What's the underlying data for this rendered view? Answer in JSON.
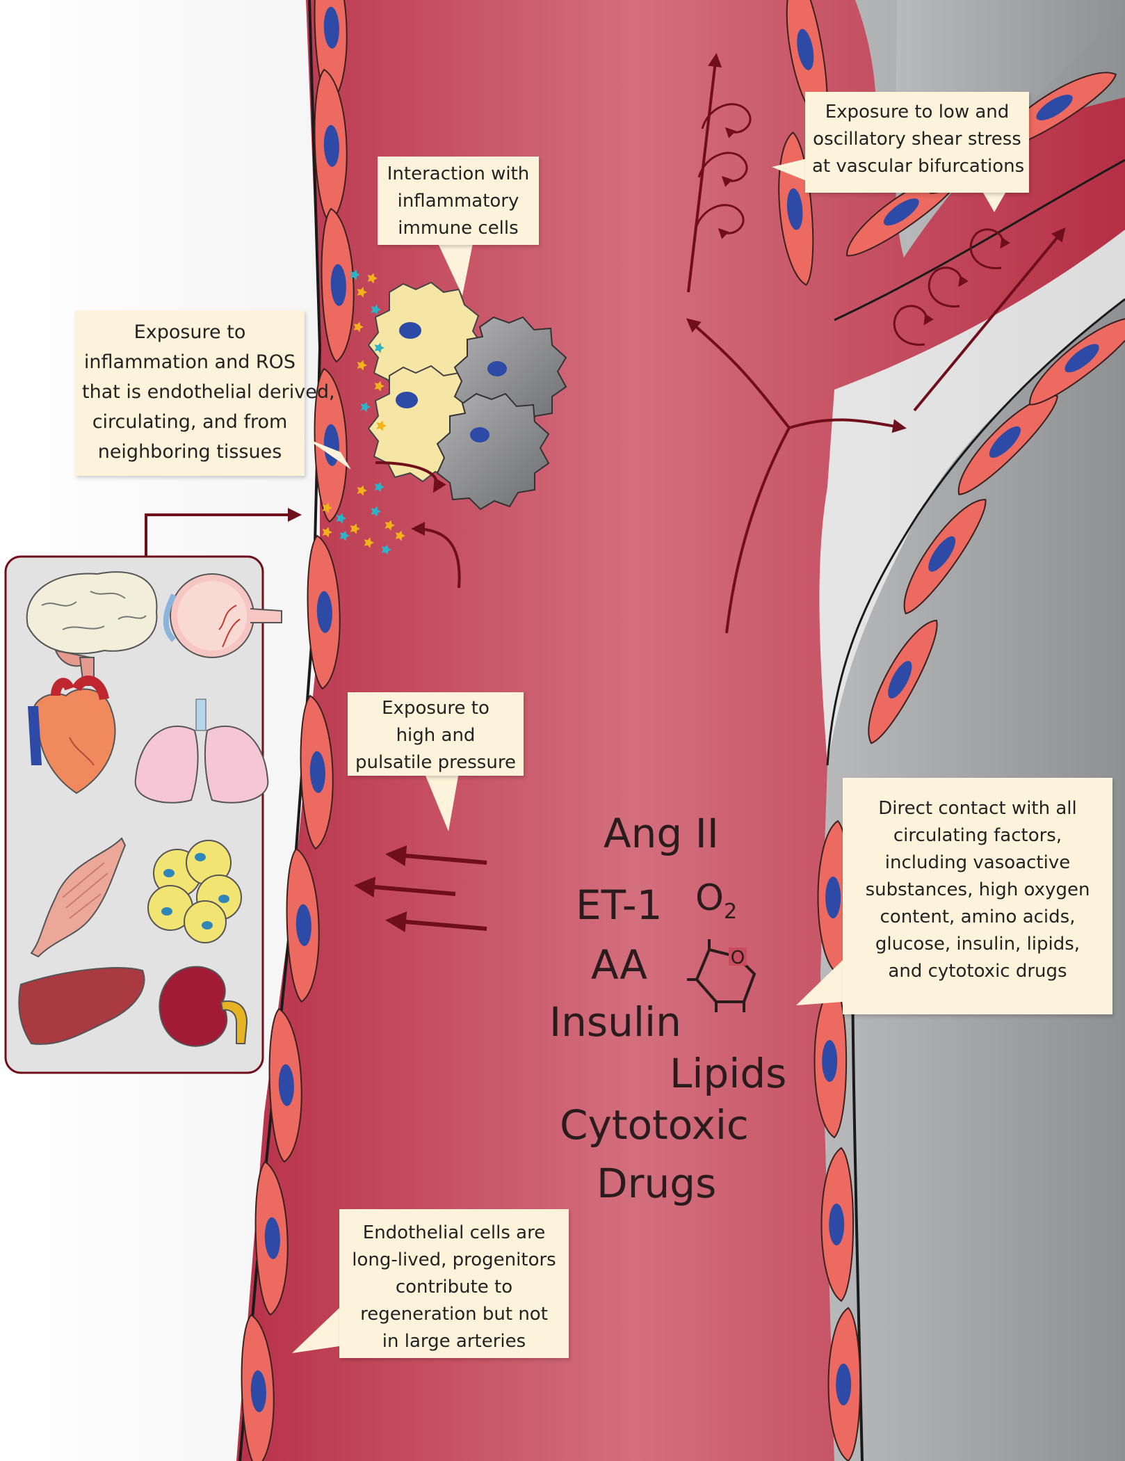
{
  "callouts": {
    "immune": [
      "Interaction with",
      "inflammatory",
      "immune cells"
    ],
    "inflammation": [
      "Exposure to",
      "inflammation and ROS",
      "that is endothelial derived,",
      "circulating, and from",
      "neighboring tissues"
    ],
    "shear": [
      "Exposure to low and",
      "oscillatory shear stress",
      "at vascular bifurcations"
    ],
    "pressure": [
      "Exposure to",
      "high and",
      "pulsatile pressure"
    ],
    "circulating": [
      "Direct contact with all",
      "circulating factors,",
      "including vasoactive",
      "substances, high oxygen",
      "content, amino acids,",
      "glucose,  insulin, lipids,",
      "and cytotoxic drugs"
    ],
    "longlived": [
      "Endothelial cells are",
      "long-lived, progenitors",
      "contribute  to",
      "regeneration but not",
      "in large arteries"
    ]
  },
  "factors": {
    "ang": "Ang II",
    "et1": "ET-1",
    "o2_base": "O",
    "o2_sub": "2",
    "aa": "AA",
    "insulin": "Insulin",
    "lipids": "Lipids",
    "cytotoxic": "Cytotoxic",
    "drugs": "Drugs",
    "glucose_ring_o": "O"
  },
  "organs": [
    "brain-icon",
    "eye-icon",
    "heart-icon",
    "lungs-icon",
    "muscle-icon",
    "adipocytes-icon",
    "liver-icon",
    "kidney-icon"
  ],
  "colors": {
    "lumen": "#c94c5d",
    "lumen_light": "#d36a79",
    "endothelial_cell": "#ec6a5f",
    "nucleus": "#2c4aa6",
    "arrow": "#6e0f1b",
    "callout_bg": "#fdf3da",
    "tissue_left": "#f2f2f2",
    "tissue_right": "#9e9fa1"
  }
}
